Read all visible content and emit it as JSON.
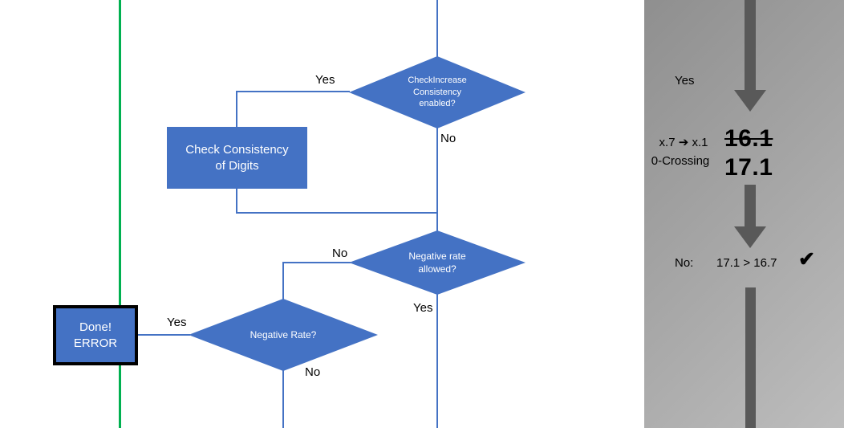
{
  "colors": {
    "shape_blue": "#4472C4",
    "connector_blue": "#4472C4",
    "green_line": "#00B050",
    "arrow_gray": "#595959",
    "panel_gradient_start": "#8f8f8f",
    "panel_gradient_end": "#bdbdbd"
  },
  "flowchart": {
    "decision_check_increase": {
      "line1": "CheckIncrease",
      "line2": "Consistency",
      "line3": "enabled?"
    },
    "decision_check_increase_yes": "Yes",
    "decision_check_increase_no": "No",
    "process_check_consistency": {
      "line1": "Check Consistency",
      "line2": "of Digits"
    },
    "decision_negative_rate_allowed": {
      "line1": "Negative rate",
      "line2": "allowed?"
    },
    "decision_negative_rate_allowed_no": "No",
    "decision_negative_rate_allowed_yes": "Yes",
    "decision_negative_rate": {
      "line1": "Negative Rate?"
    },
    "decision_negative_rate_yes": "Yes",
    "decision_negative_rate_no": "No",
    "terminal_done": {
      "line1": "Done!",
      "line2": "ERROR"
    }
  },
  "side_panel": {
    "yes_label": "Yes",
    "annotation_line1": "x.7 ➔ x.1",
    "annotation_line2": "0-Crossing",
    "value_struck": "16.1",
    "value_current": "17.1",
    "result_prefix": "No:",
    "result_comparison": "17.1 > 16.7",
    "checkmark": "✔"
  }
}
